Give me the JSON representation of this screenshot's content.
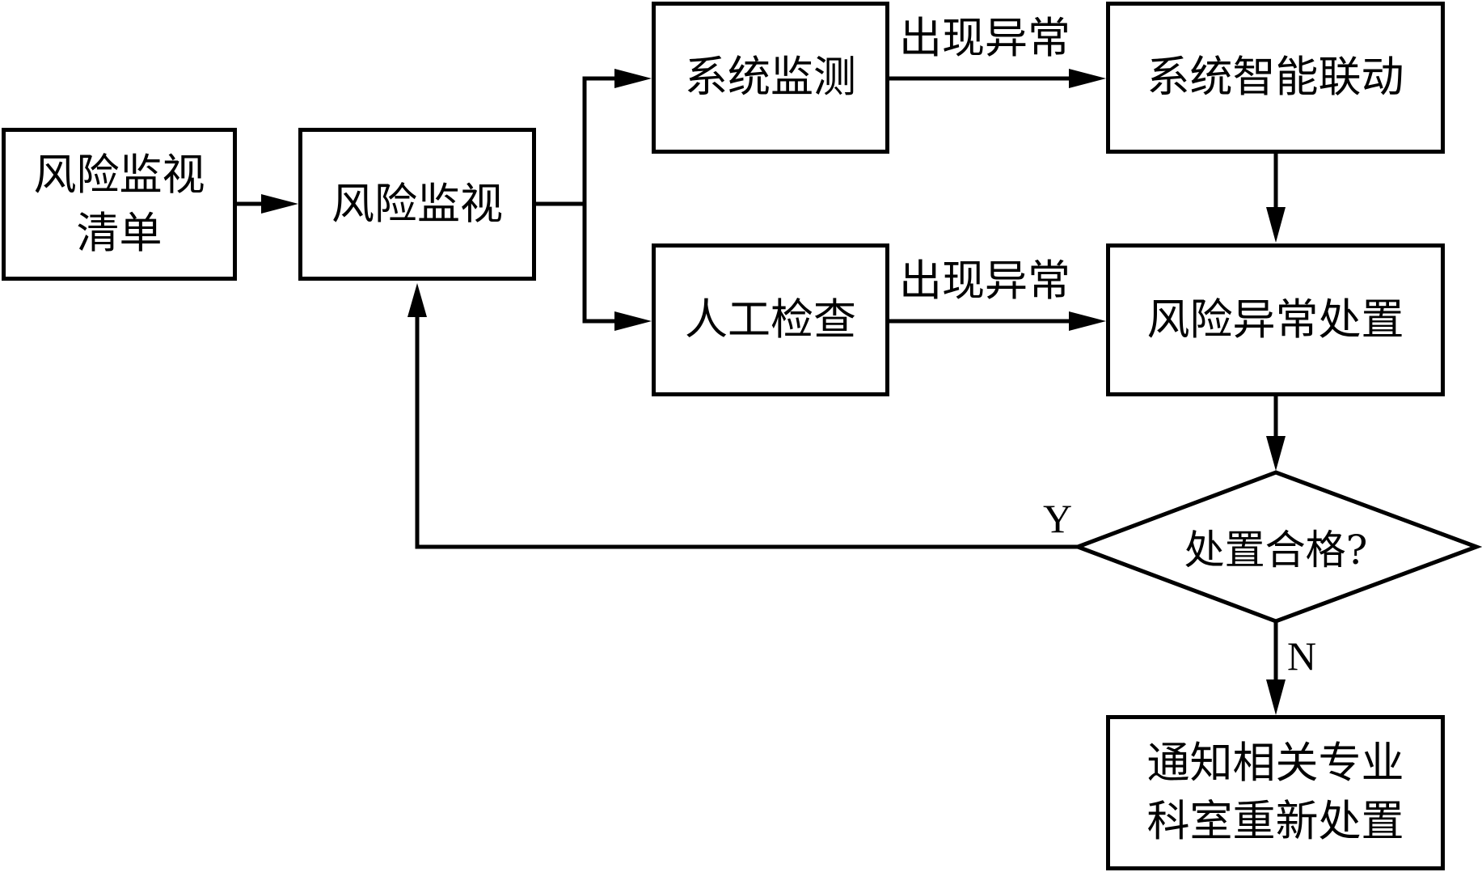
{
  "title": "风险监视流程图",
  "nodes": {
    "risk_list": {
      "line1": "风险监视",
      "line2": "清单"
    },
    "risk_monitor": {
      "label": "风险监视"
    },
    "system_monitor": {
      "label": "系统监测"
    },
    "manual_check": {
      "label": "人工检查"
    },
    "system_linkage": {
      "label": "系统智能联动"
    },
    "risk_handling": {
      "label": "风险异常处置"
    },
    "decision": {
      "label": "处置合格?"
    },
    "notify": {
      "line1": "通知相关专业",
      "line2": "科室重新处置"
    }
  },
  "edges": {
    "anomaly_top": "出现异常",
    "anomaly_bottom": "出现异常",
    "yes": "Y",
    "no": "N"
  }
}
